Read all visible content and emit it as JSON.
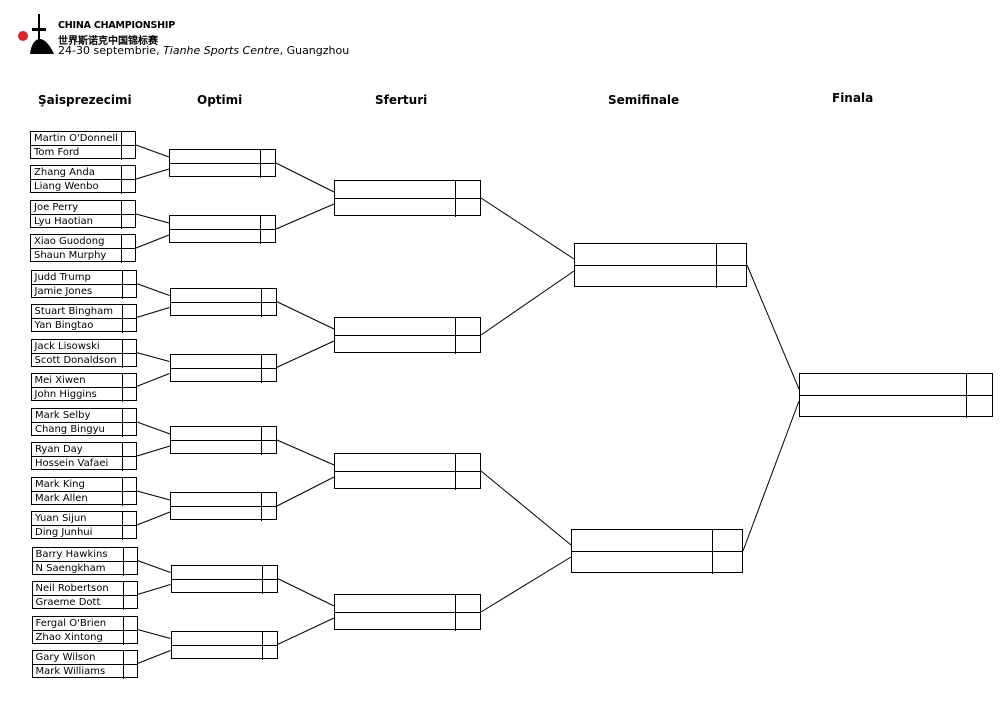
{
  "header": {
    "title": "CHINA CHAMPIONSHIP",
    "chinese": "世界斯诺克中国锦标赛",
    "dates": "24-30 septembrie, ",
    "venue": "Tianhe Sports Centre",
    "city": ", Guangzhou"
  },
  "rounds": {
    "r16": "Şaisprezecimi",
    "r8": "Optimi",
    "qf": "Sferturi",
    "sf": "Semifinale",
    "f": "Finala"
  },
  "matches": [
    [
      "Martin O'Donnell",
      "Tom Ford"
    ],
    [
      "Zhang Anda",
      "Liang Wenbo"
    ],
    [
      "Joe Perry",
      "Lyu Haotian"
    ],
    [
      "Xiao Guodong",
      "Shaun Murphy"
    ],
    [
      "Judd Trump",
      "Jamie Jones"
    ],
    [
      "Stuart Bingham",
      "Yan Bingtao"
    ],
    [
      "Jack Lisowski",
      "Scott Donaldson"
    ],
    [
      "Mei Xiwen",
      "John Higgins"
    ],
    [
      "Mark Selby",
      "Chang Bingyu"
    ],
    [
      "Ryan Day",
      "Hossein Vafaei"
    ],
    [
      "Mark King",
      "Mark Allen"
    ],
    [
      "Yuan Sijun",
      "Ding Junhui"
    ],
    [
      "Barry Hawkins",
      "N Saengkham"
    ],
    [
      "Neil Robertson",
      "Graeme Dott"
    ],
    [
      "Fergal O'Brien",
      "Zhao Xintong"
    ],
    [
      "Gary Wilson",
      "Mark Williams"
    ]
  ]
}
